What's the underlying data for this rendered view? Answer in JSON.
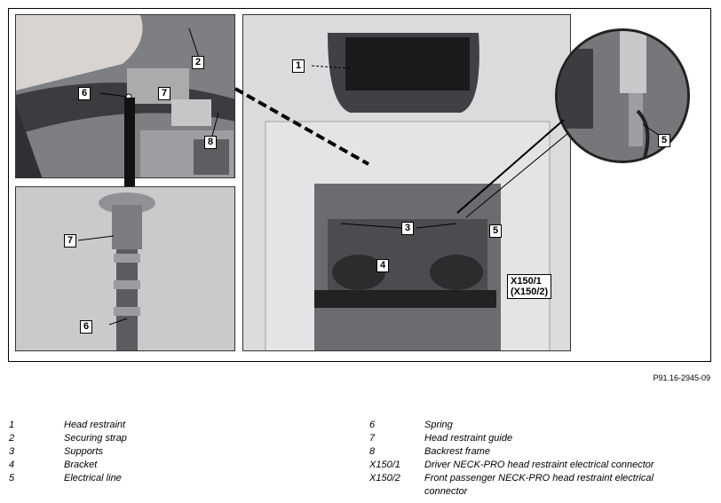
{
  "figure": {
    "reference": "P91.16-2945-09",
    "callouts": {
      "top_left_2": "2",
      "top_left_6": "6",
      "top_left_7": "7",
      "top_left_8": "8",
      "inset_7": "7",
      "inset_6": "6",
      "main_1": "1",
      "main_3": "3",
      "main_4": "4",
      "main_5": "5",
      "main_x150": "X150/1\n(X150/2)",
      "zoom_5": "5"
    }
  },
  "legend": {
    "left": [
      {
        "num": "1",
        "desc": "Head restraint"
      },
      {
        "num": "2",
        "desc": "Securing strap"
      },
      {
        "num": "3",
        "desc": "Supports"
      },
      {
        "num": "4",
        "desc": "Bracket"
      },
      {
        "num": "5",
        "desc": "Electrical line"
      }
    ],
    "right": [
      {
        "num": "6",
        "desc": "Spring"
      },
      {
        "num": "7",
        "desc": "Head restraint guide"
      },
      {
        "num": "8",
        "desc": "Backrest frame"
      },
      {
        "num": "X150/1",
        "desc": "Driver NECK-PRO head restraint electrical connector"
      },
      {
        "num": "X150/2",
        "desc": "Front passenger NECK-PRO head restraint electrical connector"
      }
    ]
  }
}
